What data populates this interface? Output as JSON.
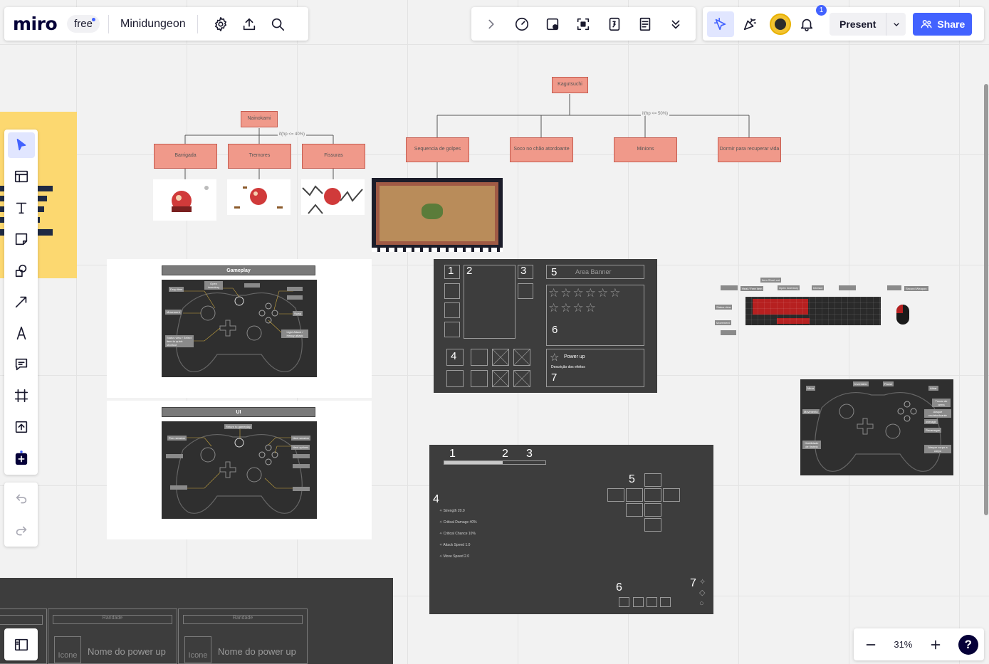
{
  "app": {
    "logo": "miro",
    "plan": "free",
    "board_name": "Minidungeon"
  },
  "toolbar_right": {
    "notifications_count": "1",
    "present_label": "Present",
    "share_label": "Share"
  },
  "zoom": {
    "level": "31%"
  },
  "icons": {
    "settings": "gear-icon",
    "export": "upload-icon",
    "search": "search-icon",
    "expand": "chevron-right-icon",
    "timer": "timer-icon",
    "card": "card-icon",
    "focus": "focus-icon",
    "voting": "voting-icon",
    "notes": "notes-icon",
    "more": "double-chevron-down-icon",
    "cursor_mode": "cursor-pointer-icon",
    "reactions": "celebration-icon",
    "bell": "bell-icon",
    "select": "select-arrow-icon",
    "table": "table-icon",
    "text": "text-icon",
    "sticky": "sticky-note-icon",
    "shapes": "shapes-icon",
    "arrow": "arrow-icon",
    "pen": "pen-icon",
    "comment": "comment-icon",
    "frame": "frame-icon",
    "upload": "upload-icon",
    "add": "add-app-icon",
    "undo": "undo-icon",
    "redo": "redo-icon",
    "sidebar": "sidebar-icon",
    "zoom_out": "minus-icon",
    "zoom_in": "plus-icon",
    "help": "help-icon"
  },
  "colors": {
    "accent": "#4262ff",
    "sticky": "#fcd870",
    "node": "#f0998a",
    "dark_board": "#3d3d3d"
  },
  "canvas": {
    "tree_nainokami": {
      "root": "Nainokami",
      "condition": "if(hp <= 40%)",
      "children": [
        "Barrigada",
        "Tremores",
        "Fissuras"
      ]
    },
    "tree_kagutsuchi": {
      "root": "Kagutsuchi",
      "condition": "if(hp <= 50%)",
      "children": [
        "Sequencia de golpes",
        "Soco no chão atordoante",
        "Minions",
        "Dormir para recuperar vida"
      ]
    },
    "controller_gameplay": {
      "title": "Gameplay",
      "tags": [
        "Drop item",
        "Open inventory",
        "Movement",
        "Status view / Select item to quick shortcut",
        "Light Attack / Heavy attack",
        "Swap"
      ]
    },
    "controller_ui": {
      "title": "UI",
      "tags": [
        "Return to gameplay",
        "Prev session",
        "Next session",
        "Next options"
      ]
    },
    "hud_inventory": {
      "numbers": [
        "1",
        "2",
        "3",
        "4",
        "5",
        "6",
        "7"
      ],
      "area_banner": "Area Banner",
      "power_up": "Power up",
      "effects": "Descrição dos efeitos"
    },
    "hud_stats": {
      "numbers": [
        "1",
        "2",
        "3",
        "4",
        "5",
        "6",
        "7"
      ],
      "stats": [
        "Strength 20.0",
        "Critical Damage 40%",
        "Critical Chance 10%",
        "Attack Speed 1.0",
        "Move Speed 2.0"
      ]
    },
    "keyboard_map": {
      "tags": [
        "Item Short cut",
        "Heal / Free item",
        "Open inventory",
        "Interact",
        "Status view",
        "Movement",
        "Second Weapon"
      ]
    },
    "controller_pt": {
      "tags": [
        "Mirar",
        "Inventário",
        "Pause",
        "Atirar",
        "Movimento",
        "Trocar de arma",
        "Ataque rec/atordoante",
        "Interagir",
        "Recarregar",
        "Habilidade de tiroteio",
        "Ataque corpo a corpo"
      ]
    },
    "powerup_cards": {
      "header": "Raridade",
      "icon": "Icone",
      "name": "Nome do power up"
    }
  }
}
